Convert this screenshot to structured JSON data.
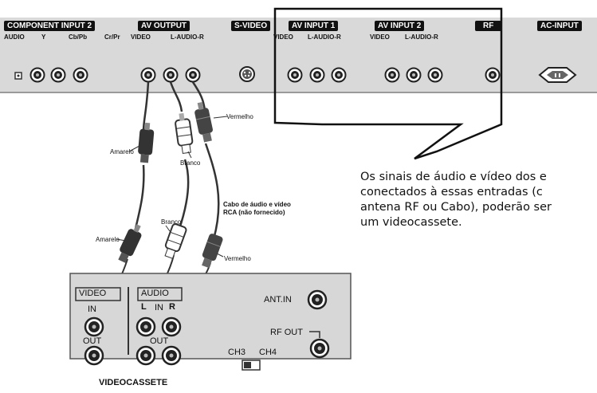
{
  "tv_panel": {
    "component_input_2": {
      "title": "COMPONENT INPUT 2",
      "jacks": [
        "AUDIO",
        "Y",
        "Cb/Pb",
        "Cr/Pr"
      ]
    },
    "av_output": {
      "title": "AV OUTPUT",
      "jacks": [
        "VIDEO",
        "L-AUDIO-R"
      ]
    },
    "s_video": {
      "title": "S-VIDEO"
    },
    "av_input_1": {
      "title": "AV INPUT 1",
      "jacks": [
        "VIDEO",
        "L-AUDIO-R"
      ]
    },
    "av_input_2": {
      "title": "AV INPUT 2",
      "jacks": [
        "VIDEO",
        "L-AUDIO-R"
      ]
    },
    "rf": {
      "title": "RF"
    },
    "ac_input": {
      "title": "AC-INPUT"
    }
  },
  "cable_labels": {
    "vermelho_top": "Vermelho",
    "amarelo_top": "Amarelo",
    "branco_top": "Branco",
    "cable_desc_line1": "Cabo de áudio e vídeo",
    "cable_desc_line2": "RCA (não fornecido)",
    "branco_bottom": "Branco",
    "amarelo_bottom": "Amarelo",
    "vermelho_bottom": "Vermelho"
  },
  "callout": {
    "lines": [
      "Os sinais de áudio e vídeo dos e",
      "conectados à essas entradas (c",
      "antena RF ou Cabo), poderão ser",
      "um videocassete."
    ]
  },
  "vcr": {
    "video_label": "VIDEO",
    "audio_label": "AUDIO",
    "video_in": "IN",
    "l_label": "L",
    "audio_in": "IN",
    "r_label": "R",
    "video_out": "OUT",
    "audio_out": "OUT",
    "ant_in": "ANT.IN",
    "rf_out": "RF OUT",
    "ch3": "CH3",
    "ch4": "CH4",
    "title": "VIDEOCASSETE"
  }
}
